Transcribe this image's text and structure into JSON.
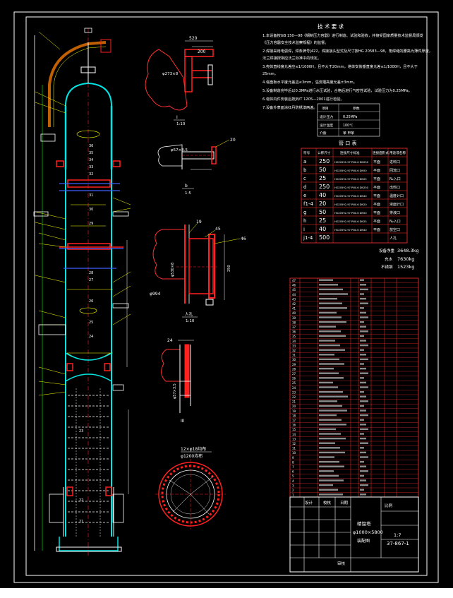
{
  "colors": {
    "background": "#000000",
    "frame": "#ffffff",
    "shell": "#00e5e5",
    "nozzle": "#ff2020",
    "pipe": "#c06000",
    "leader": "#ffff00",
    "text": "#ffffff",
    "table_line": "#ff3030",
    "cloud": "#ff3030",
    "green": "#00ff00",
    "blue": "#4060ff"
  },
  "tech_req": {
    "title": "技 术 要 求",
    "lines": [
      "1.本设备按GB 150—98《钢制压力容器》进行制造、试验和验收，并接受国家质量技术监督局颁发",
      "《压力容器安全技术监察规程》的监督。",
      "2.焊接采用电弧焊，焊条牌号J422，焊接接头型式及尺寸按HG 20583—98，角焊缝的腰高为薄件厚度，",
      "法兰焊接按相应法兰标准中的规定。",
      "3.壳体直线度允差应≤1/1000H，且不大于20mm，塔体安装垂直度允差≤1/1000H，且不大于",
      "25mm。",
      "4.塔盘板水平度允差应≤3mm，溢流堰高度允差±3mm。",
      "5.设备制造完毕后以0.3MPa进行水压试验，合格后进行气密性试验，试验压力为0.25MPa。",
      "6.塔体内件安装后按JB/T 1205—2001进行检验。",
      "7.设备外表面涂红丹防锈漆两遍。"
    ]
  },
  "spec_table": {
    "rows": [
      [
        "项目",
        "参数"
      ],
      [
        "设计压力",
        "0.25MPa"
      ],
      [
        "设计温度",
        "100℃"
      ],
      [
        "介质",
        "苯 甲苯"
      ]
    ]
  },
  "nozzle_table": {
    "title": "管 口 表",
    "headers": [
      "符号",
      "公称尺寸",
      "连接尺寸标准",
      "连接面形式",
      "用途或名称"
    ],
    "rows": [
      [
        "a",
        "250",
        "HG20592-97 PN0.6 DN250",
        "平面",
        "进料口"
      ],
      [
        "b",
        "50",
        "HG20592-97 PN0.6 DN50",
        "平面",
        "回流口"
      ],
      [
        "c",
        "25",
        "HG20592-97 PN0.6 DN25",
        "平面",
        "N₂入口"
      ],
      [
        "d",
        "250",
        "HG20592-97 PN0.6 DN250",
        "平面",
        "出料口"
      ],
      [
        "e",
        "40",
        "HG20592-97 PN0.6 DN40",
        "平面",
        "温度计口"
      ],
      [
        "f1-4",
        "20",
        "HG20592-97 PN0.6 DN20",
        "平面",
        "液面计口"
      ],
      [
        "g",
        "50",
        "HG20592-97 PN0.6 DN50",
        "平面",
        "排液口"
      ],
      [
        "h",
        "25",
        "HG20592-97 PN0.6 DN25",
        "平面",
        "N₂入口"
      ],
      [
        "i",
        "40",
        "HG20592-97 PN0.6 DN40",
        "平面",
        "放空口"
      ],
      [
        "j1-4",
        "500",
        "",
        "",
        "人孔"
      ]
    ]
  },
  "weights": [
    {
      "label": "设备净重",
      "value": "3648.3kg"
    },
    {
      "label": "充水",
      "value": "7630kg"
    },
    {
      "label": "不锈钢",
      "value": "1523kg"
    }
  ],
  "details": {
    "top_label": "I",
    "top_scale": "1:10",
    "top_dim_520": "520",
    "top_dim_200": "200",
    "top_dim_phi": "φ273×8",
    "b_label": "b",
    "b_scale": "1:5",
    "b_dim_20": "20",
    "b_dim_phi": "φ57×3.5",
    "mh_label": "人孔",
    "mh_scale": "1:10",
    "mh_num1": "19",
    "mh_num2": "45",
    "mh_num3": "46",
    "mh_dim1": "φ530×8",
    "mh_dim2": "250",
    "mh_dim3": "φ994",
    "iii_label": "III",
    "iii_dim1": "24",
    "iii_dim2": "φ57×3.5",
    "plate_note1": "12×φ18均布",
    "plate_note2": "φ1200均布"
  },
  "column_nums": [
    "36",
    "35",
    "34",
    "33",
    "32",
    "31",
    "30",
    "29",
    "28",
    "27",
    "26",
    "25",
    "24",
    "23",
    "22",
    "21"
  ],
  "title_block": {
    "name": "精馏塔",
    "spec": "φ1000×5800",
    "sub": "装配图",
    "drawing_no": "37-867-1",
    "scale_label": "1:7",
    "designer_label": "设计",
    "checker_label": "校核",
    "approve_label": "审核",
    "date_label": "日期",
    "unit_label": "比例"
  }
}
